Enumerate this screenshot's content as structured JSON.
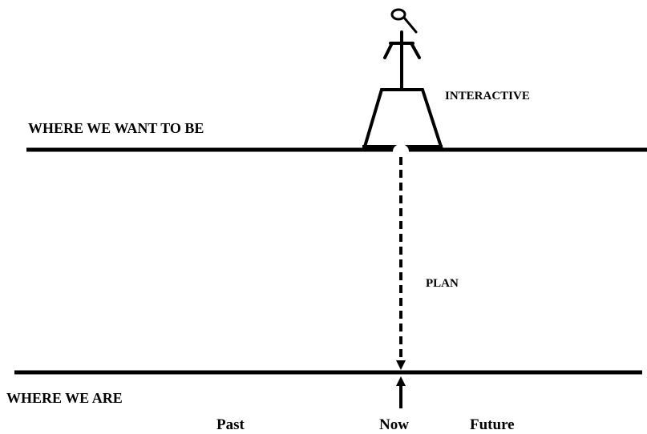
{
  "diagram": {
    "labels": {
      "interactive": "INTERACTIVE",
      "where_we_want_to_be": "WHERE WE WANT TO BE",
      "plan": "PLAN",
      "where_we_are": "WHERE WE ARE",
      "past": "Past",
      "now": "Now",
      "future": "Future"
    },
    "colors": {
      "ink": "#000000",
      "background": "#ffffff"
    }
  }
}
